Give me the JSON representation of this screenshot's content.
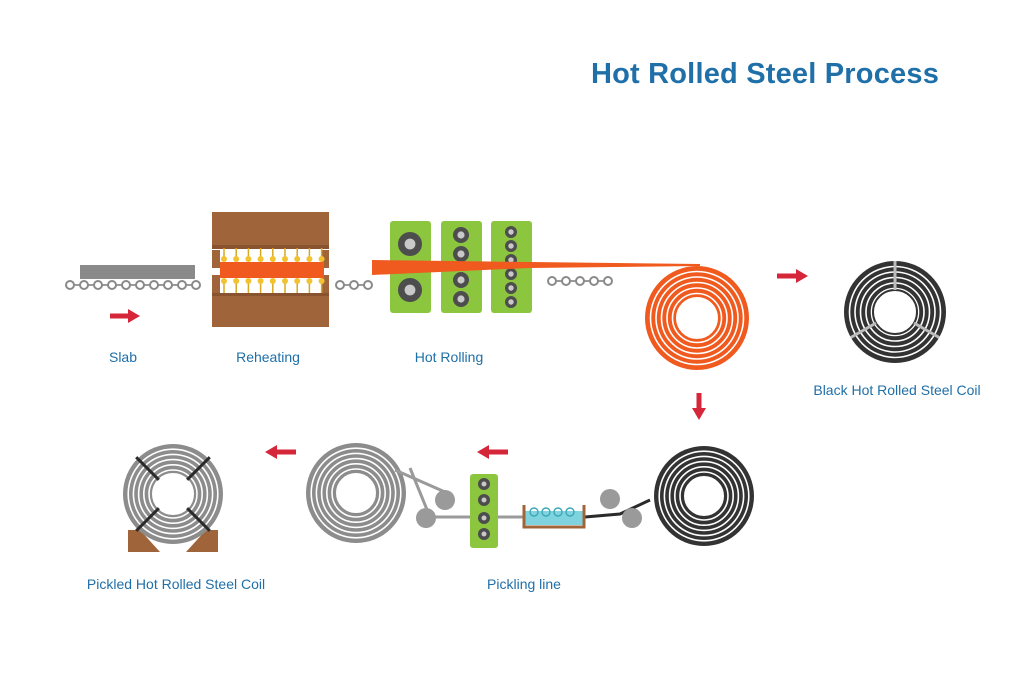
{
  "title": "Hot Rolled Steel Process",
  "steps": {
    "slab": "Slab",
    "reheating": "Reheating",
    "hot_rolling": "Hot Rolling",
    "black_coil": "Black Hot Rolled Steel Coil",
    "pickling_line": "Pickling line",
    "pickled_coil": "Pickled Hot Rolled Steel Coil"
  },
  "colors": {
    "title": "#1f6fa8",
    "arrow": "#d6273a",
    "furnace": "#a0643a",
    "heated_steel": "#f05a1e",
    "roller_stand": "#8cc63f",
    "roll": "#4d4d4d",
    "black_coil": "#333333",
    "pickled_coil": "#8c8c8c",
    "acid_bath": "#7fd3df"
  },
  "icons": {
    "flow_arrow": "arrow-right-icon",
    "conveyor": "roller-conveyor-icon"
  }
}
